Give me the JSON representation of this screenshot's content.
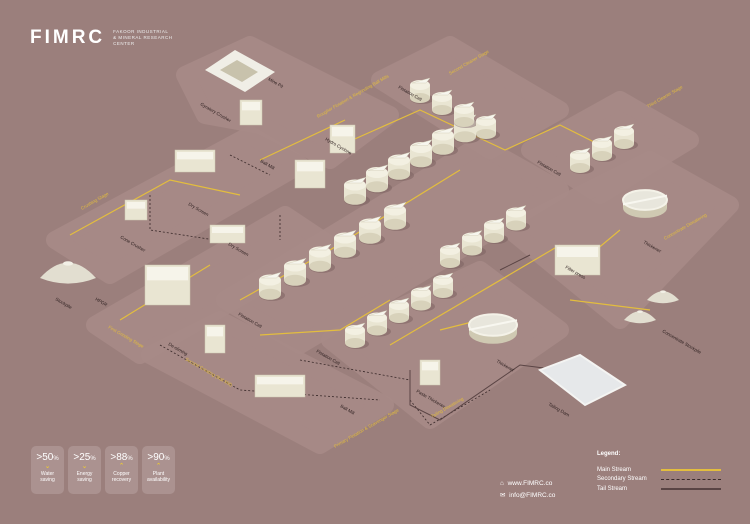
{
  "logo": {
    "name": "FIMRC",
    "subtitle": "FAKOOR INDUSTRIAL & MINERAL RESEARCH CENTER"
  },
  "colors": {
    "background": "#9b7f7c",
    "platform": "#a88b88",
    "equipment": "#e9e5d2",
    "main_stream": "#e3bd3e",
    "secondary_stream": "#3a2a2a",
    "tail_stream": "#5a4444"
  },
  "stages": [
    "Crushing Stage",
    "Rougher Flotation & Regrinding Ball Mills",
    "Second Cleaner Stage",
    "Third Cleaner Stage",
    "Concentrate Dewatering",
    "First Grinding Stage",
    "Second Grinding (Ball Mill)",
    "Primary Flotation & Scavenger Stage",
    "Tailing Dewatering"
  ],
  "equipment_labels": [
    "Mine Pit",
    "Gyratory Crusher",
    "Hydro Cyclone",
    "Ball Mill",
    "Dry Screen",
    "Cone Crusher",
    "Dry Screen",
    "Stockpile",
    "HPGR",
    "Flotation Cell",
    "Flotation Cell",
    "Flotation Cell",
    "Thickener",
    "Filter press",
    "Concentrate Stockpile",
    "De-sliming",
    "Ball Mill",
    "Flotation Cell",
    "Thickener",
    "Paste Thickener",
    "Tailing Dam"
  ],
  "stats": [
    {
      "value": "50",
      "prefix": ">",
      "unit": "%",
      "direction": "down",
      "label1": "Water",
      "label2": "saving"
    },
    {
      "value": "25",
      "prefix": ">",
      "unit": "%",
      "direction": "down",
      "label1": "Energy",
      "label2": "saving"
    },
    {
      "value": "88",
      "prefix": ">",
      "unit": "%",
      "direction": "up",
      "label1": "Copper",
      "label2": "recovery"
    },
    {
      "value": "90",
      "prefix": ">",
      "unit": "%",
      "direction": "up",
      "label1": "Plant",
      "label2": "availability"
    }
  ],
  "contact": {
    "web": "www.FIMRC.co",
    "email": "info@FIMRC.co",
    "web_icon": "home-icon",
    "email_icon": "mail-icon"
  },
  "legend": {
    "title": "Legend:",
    "items": [
      "Main Stream",
      "Secondary Stream",
      "Tail Stream"
    ]
  }
}
